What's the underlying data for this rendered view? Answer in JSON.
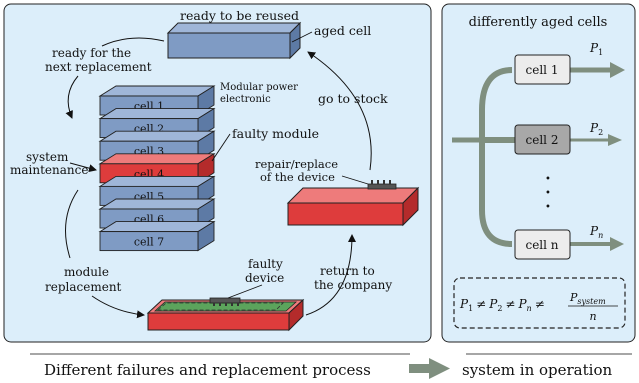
{
  "colors": {
    "panel": "#dceefa",
    "stack_cell": "#7f9bc4",
    "faulty": "#de3c3c",
    "board": "#5ca45c",
    "arrow_gray": "#7f8f7f",
    "cell_light": "#ececec",
    "cell_dark": "#a8a8a8"
  },
  "left_panel": {
    "labels": {
      "ready_reused": "ready to be reused",
      "aged_cell": "aged cell",
      "ready_next_1": "ready for the",
      "ready_next_2": "next replacement",
      "modular_1": "Modular power",
      "modular_2": "electronic",
      "faulty_module": "faulty module",
      "go_to_stock": "go to stock",
      "system_1": "system",
      "system_2": "maintenance",
      "repair_1": "repair/replace",
      "repair_2": "of the device",
      "faulty_device_1": "faulty",
      "faulty_device_2": "device",
      "module_repl_1": "module",
      "module_repl_2": "replacement",
      "return_1": "return to",
      "return_2": "the company"
    },
    "stack_cells": [
      "cell 1",
      "cell 2",
      "cell 3",
      "cell 4",
      "cell 5",
      "cell 6",
      "cell 7"
    ],
    "faulty_index": 3
  },
  "right_panel": {
    "title": "differently aged cells",
    "cells": [
      {
        "label": "cell 1",
        "power": "P",
        "sub": "1"
      },
      {
        "label": "cell 2",
        "power": "P",
        "sub": "2"
      },
      {
        "label": "cell n",
        "power": "P",
        "sub": "n"
      }
    ],
    "dots": "•",
    "equation": {
      "lhs": [
        "P",
        "1",
        "≠",
        "P",
        "2",
        "≠",
        "P",
        "n",
        "≠"
      ],
      "numerator": "P",
      "numerator_sub": "system",
      "denominator": "n"
    }
  },
  "footer": {
    "left_caption": "Different failures and replacement process",
    "right_caption": "system in operation"
  }
}
